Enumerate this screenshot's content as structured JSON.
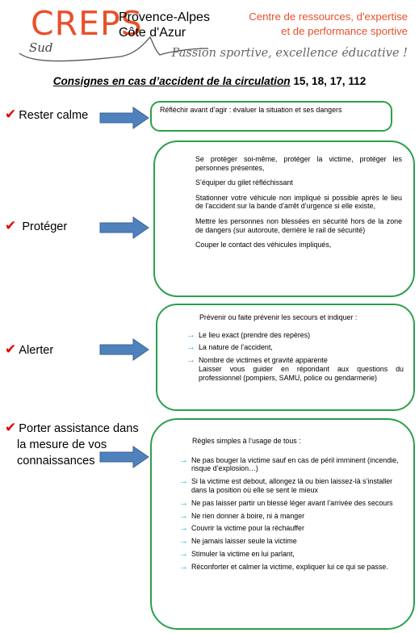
{
  "header": {
    "logo_text": "CREPS",
    "region_lines": [
      "Provence-Alpes",
      "Côte d'Azur"
    ],
    "logo_sub": "Sud",
    "right_lines": [
      "Centre de ressources, d'expertise",
      "et de performance sportive"
    ],
    "slogan": "Passion sportive, excellence éducative !"
  },
  "title": {
    "main": "Consignes en cas d’accident de la circulation",
    "numbers": "15, 18, 17, 112"
  },
  "colors": {
    "accent_orange": "#e8502a",
    "box_border_green": "#2aa04a",
    "arrow_blue": "#4f81bd",
    "check_red": "#e00000",
    "bullet_cyan": "#27aae1"
  },
  "icons": {
    "check": "✔",
    "arrow": "block-arrow-right",
    "bullet": "→"
  },
  "sections": {
    "calme": {
      "label": "Rester calme",
      "text": "Réfléchir avant d’agir : évaluer la situation et ses dangers"
    },
    "proteger": {
      "label": "Protéger",
      "paragraphs": [
        "Se protéger soi-même, protéger la victime, protéger les personnes présentes,",
        "S’équiper du gilet réfléchissant",
        "Stationner votre véhicule non impliqué si possible après le lieu de l’accident sur la bande d’arrêt d’urgence si elle existe,",
        "Mettre les personnes non blessées en sécurité hors de la zone de dangers (sur autoroute, derrière le rail de sécurité)",
        "Couper le contact des véhicules impliqués,"
      ]
    },
    "alerter": {
      "label": "Alerter",
      "intro": "Prévenir ou faite prévenir les secours et indiquer :",
      "items": [
        "Le lieu exact (prendre des repères)",
        "La nature de l’accident,",
        "Nombre de victimes et gravité apparente"
      ],
      "note": "Laisser vous guider en répondant aux questions du professionnel (pompiers, SAMU, police ou gendarmerie)"
    },
    "assistance": {
      "label_lines": [
        "Porter assistance dans",
        "la mesure  de vos",
        "connaissances"
      ],
      "intro": "Règles simples à l’usage de tous :",
      "items": [
        "Ne pas bouger la victime sauf en cas de péril imminent (incendie, risque d’explosion…)",
        "Si la victime est debout, allongez là ou bien laissez-là s’installer dans la position où elle se sent le mieux",
        "Ne pas laisser partir un blessé léger avant l’arrivée des secours",
        "Ne rien donner à boire, ni à manger",
        "Couvrir la victime pour la réchauffer",
        "Ne jamais laisser seule la victime",
        "Stimuler la victime en lui parlant,",
        "Réconforter et calmer la victime, expliquer lui ce qui se passe."
      ]
    }
  }
}
